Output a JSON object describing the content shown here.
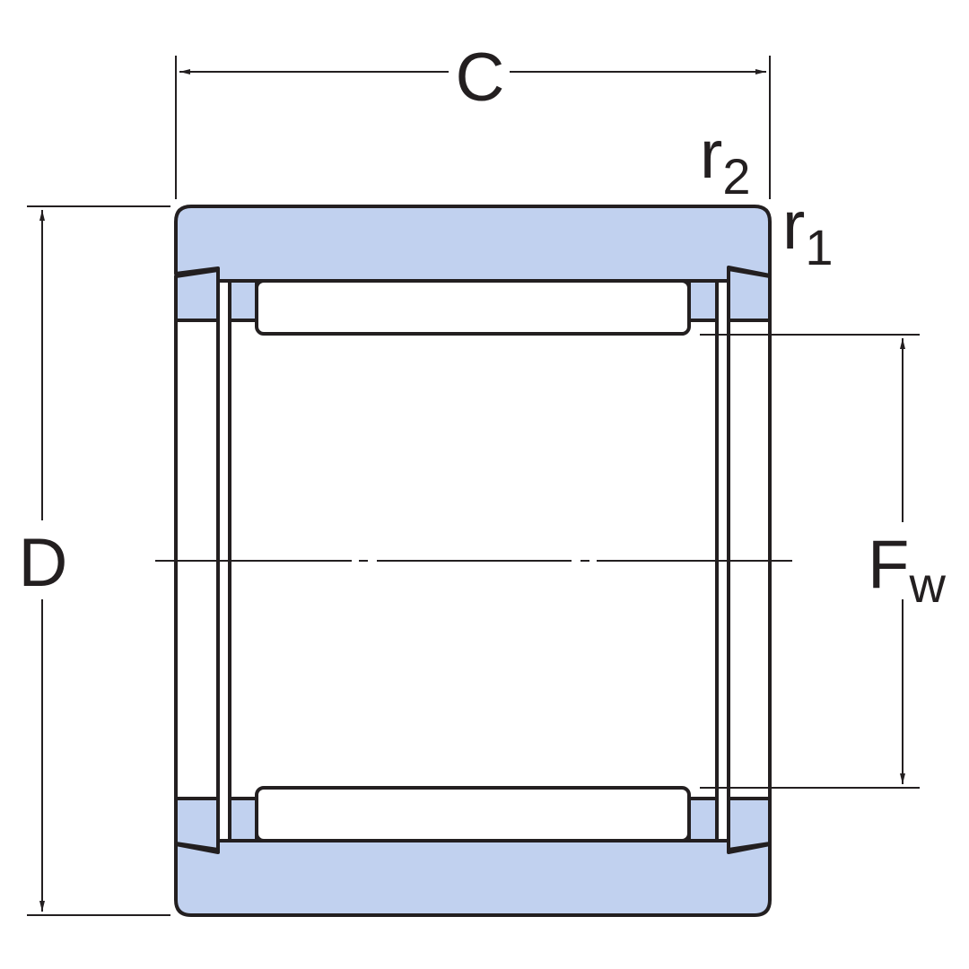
{
  "diagram": {
    "labels": {
      "width": "C",
      "outer_diameter": "D",
      "bore_main": "F",
      "bore_sub": "w",
      "r2_main": "r",
      "r2_sub": "2",
      "r1_main": "r",
      "r1_sub": "1"
    },
    "colors": {
      "fill": "#c1d1ef",
      "stroke": "#231f20",
      "background": "#ffffff"
    }
  }
}
